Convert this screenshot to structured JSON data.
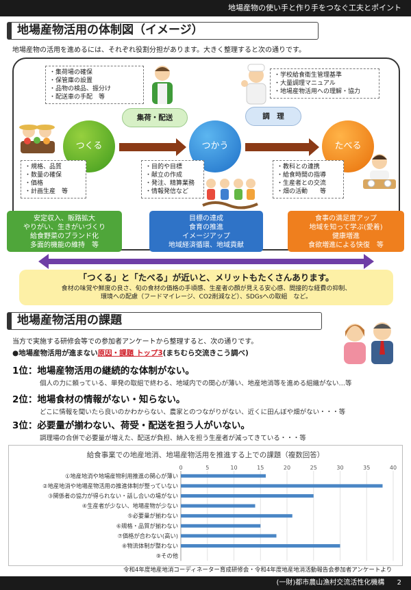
{
  "header": {
    "title": "地場産物の使い手と作り手をつなぐ工夫とポイント"
  },
  "section1": {
    "title": "地場産物活用の体制図（イメージ）",
    "intro": "地場産物の活用を進めるには、それぞれ役割分担があります。大きく整理すると次の通りです。",
    "note_distribution": [
      "・集荷場の確保",
      "・保管庫の設置",
      "・品物の検品、振分け",
      "・配送車の手配　等"
    ],
    "note_cooking": [
      "・学校給食衛生管理基準",
      "・大量調理マニュアル",
      "・地場産物活用への理解・協力"
    ],
    "oval_distribution": "集荷・配送",
    "oval_cooking": "調　理",
    "circle_make": "つくる",
    "circle_use": "つかう",
    "circle_eat": "たべる",
    "note_make": [
      "・規格、品質",
      "・数量の確保",
      "・価格",
      "・計画生産　等"
    ],
    "note_use": [
      "・目的や目標",
      "・献立の作成",
      "・発注、精算業務",
      "・情報発信など"
    ],
    "note_eat": [
      "・教科との連携",
      "・給食時間の指導",
      "・生産者との交流",
      "・畑の活動　　等"
    ],
    "box_make": [
      "安定収入、販路拡大",
      "やりがい、生きがいづくり",
      "給食野菜のブランド化",
      "多面的機能の維持　等"
    ],
    "box_use": [
      "目標の達成",
      "食育の推進",
      "イメージアップ",
      "地域経済循環、地域貢献"
    ],
    "box_eat": [
      "食事の満足度アップ",
      "地域を知って学ぶ(愛着)",
      "健康増進",
      "食欲増進による快復　等"
    ],
    "merit_headline": "「つくる」と「たべる」が近いと、メリットもたくさんあります。",
    "merit_line1": "食材の味覚や鮮度の良さ、旬の食材の価格の手頃感、生産者の顔が見える安心感、間接的な経費の抑制、",
    "merit_line2": "環境への配慮（フードマイレージ、CO2削減など）、SDGsへの取組　など。"
  },
  "section2": {
    "title": "地場産物活用の課題",
    "intro": "当方で実施する研修会等での参加者アンケートから整理すると、次の通りです。",
    "heading_prefix": "●地場産物活用が進まない",
    "heading_red": "原因・課題 トップ3",
    "heading_suffix": "(まちむら交流きこう調べ)",
    "rank1_title": "1位：地場産物活用の継続的な体制がない。",
    "rank1_desc": "個人の力に頼っている、単発の取組で終わる、地域内での関心が薄い、地産地消等を進める組織がない…等",
    "rank2_title": "2位：地場食材の情報がない・知らない。",
    "rank2_desc": "どこに情報を聞いたら良いのかわからない、農家とのつながりがない、近くに田んぼや畑がない・・・等",
    "rank3_title": "3位：必要量が揃わない、荷受・配送を担う人がいない。",
    "rank3_desc": "調理場の合併で必要量が増えた、配送が負担、納入を担う生産者が減ってきている・・・等"
  },
  "chart_data": {
    "type": "bar",
    "orientation": "horizontal",
    "title": "給食事業での地産地消、地場産物活用を推進する上での課題（複数回答）",
    "categories": [
      "①地産地消や地場産物利用推進の関心が薄い",
      "②地産地消や地場産物活用の推進体制が整っていない",
      "③関係者の協力が得られない・話し合いの場がない",
      "④生産者が少ない、地場産物が少ない",
      "⑤必要量が揃わない",
      "⑥規格・品質が揃わない",
      "⑦価格が合わない(高い)",
      "⑧物流体制が整わない",
      "⑨その他"
    ],
    "values": [
      16,
      38,
      25,
      14,
      21,
      15,
      18,
      30,
      0
    ],
    "xticks": [
      0,
      5,
      10,
      15,
      20,
      25,
      30,
      35,
      40
    ],
    "xlim": [
      0,
      40
    ],
    "bar_color": "#4a86c5",
    "grid": true
  },
  "chart_source": "令和4年度地産地消コーディネーター育成研修会・令和4年度地産地消活動報告会参加者アンケートより",
  "footer": {
    "org": "(一財)都市農山漁村交流活性化機構",
    "page": "2"
  }
}
